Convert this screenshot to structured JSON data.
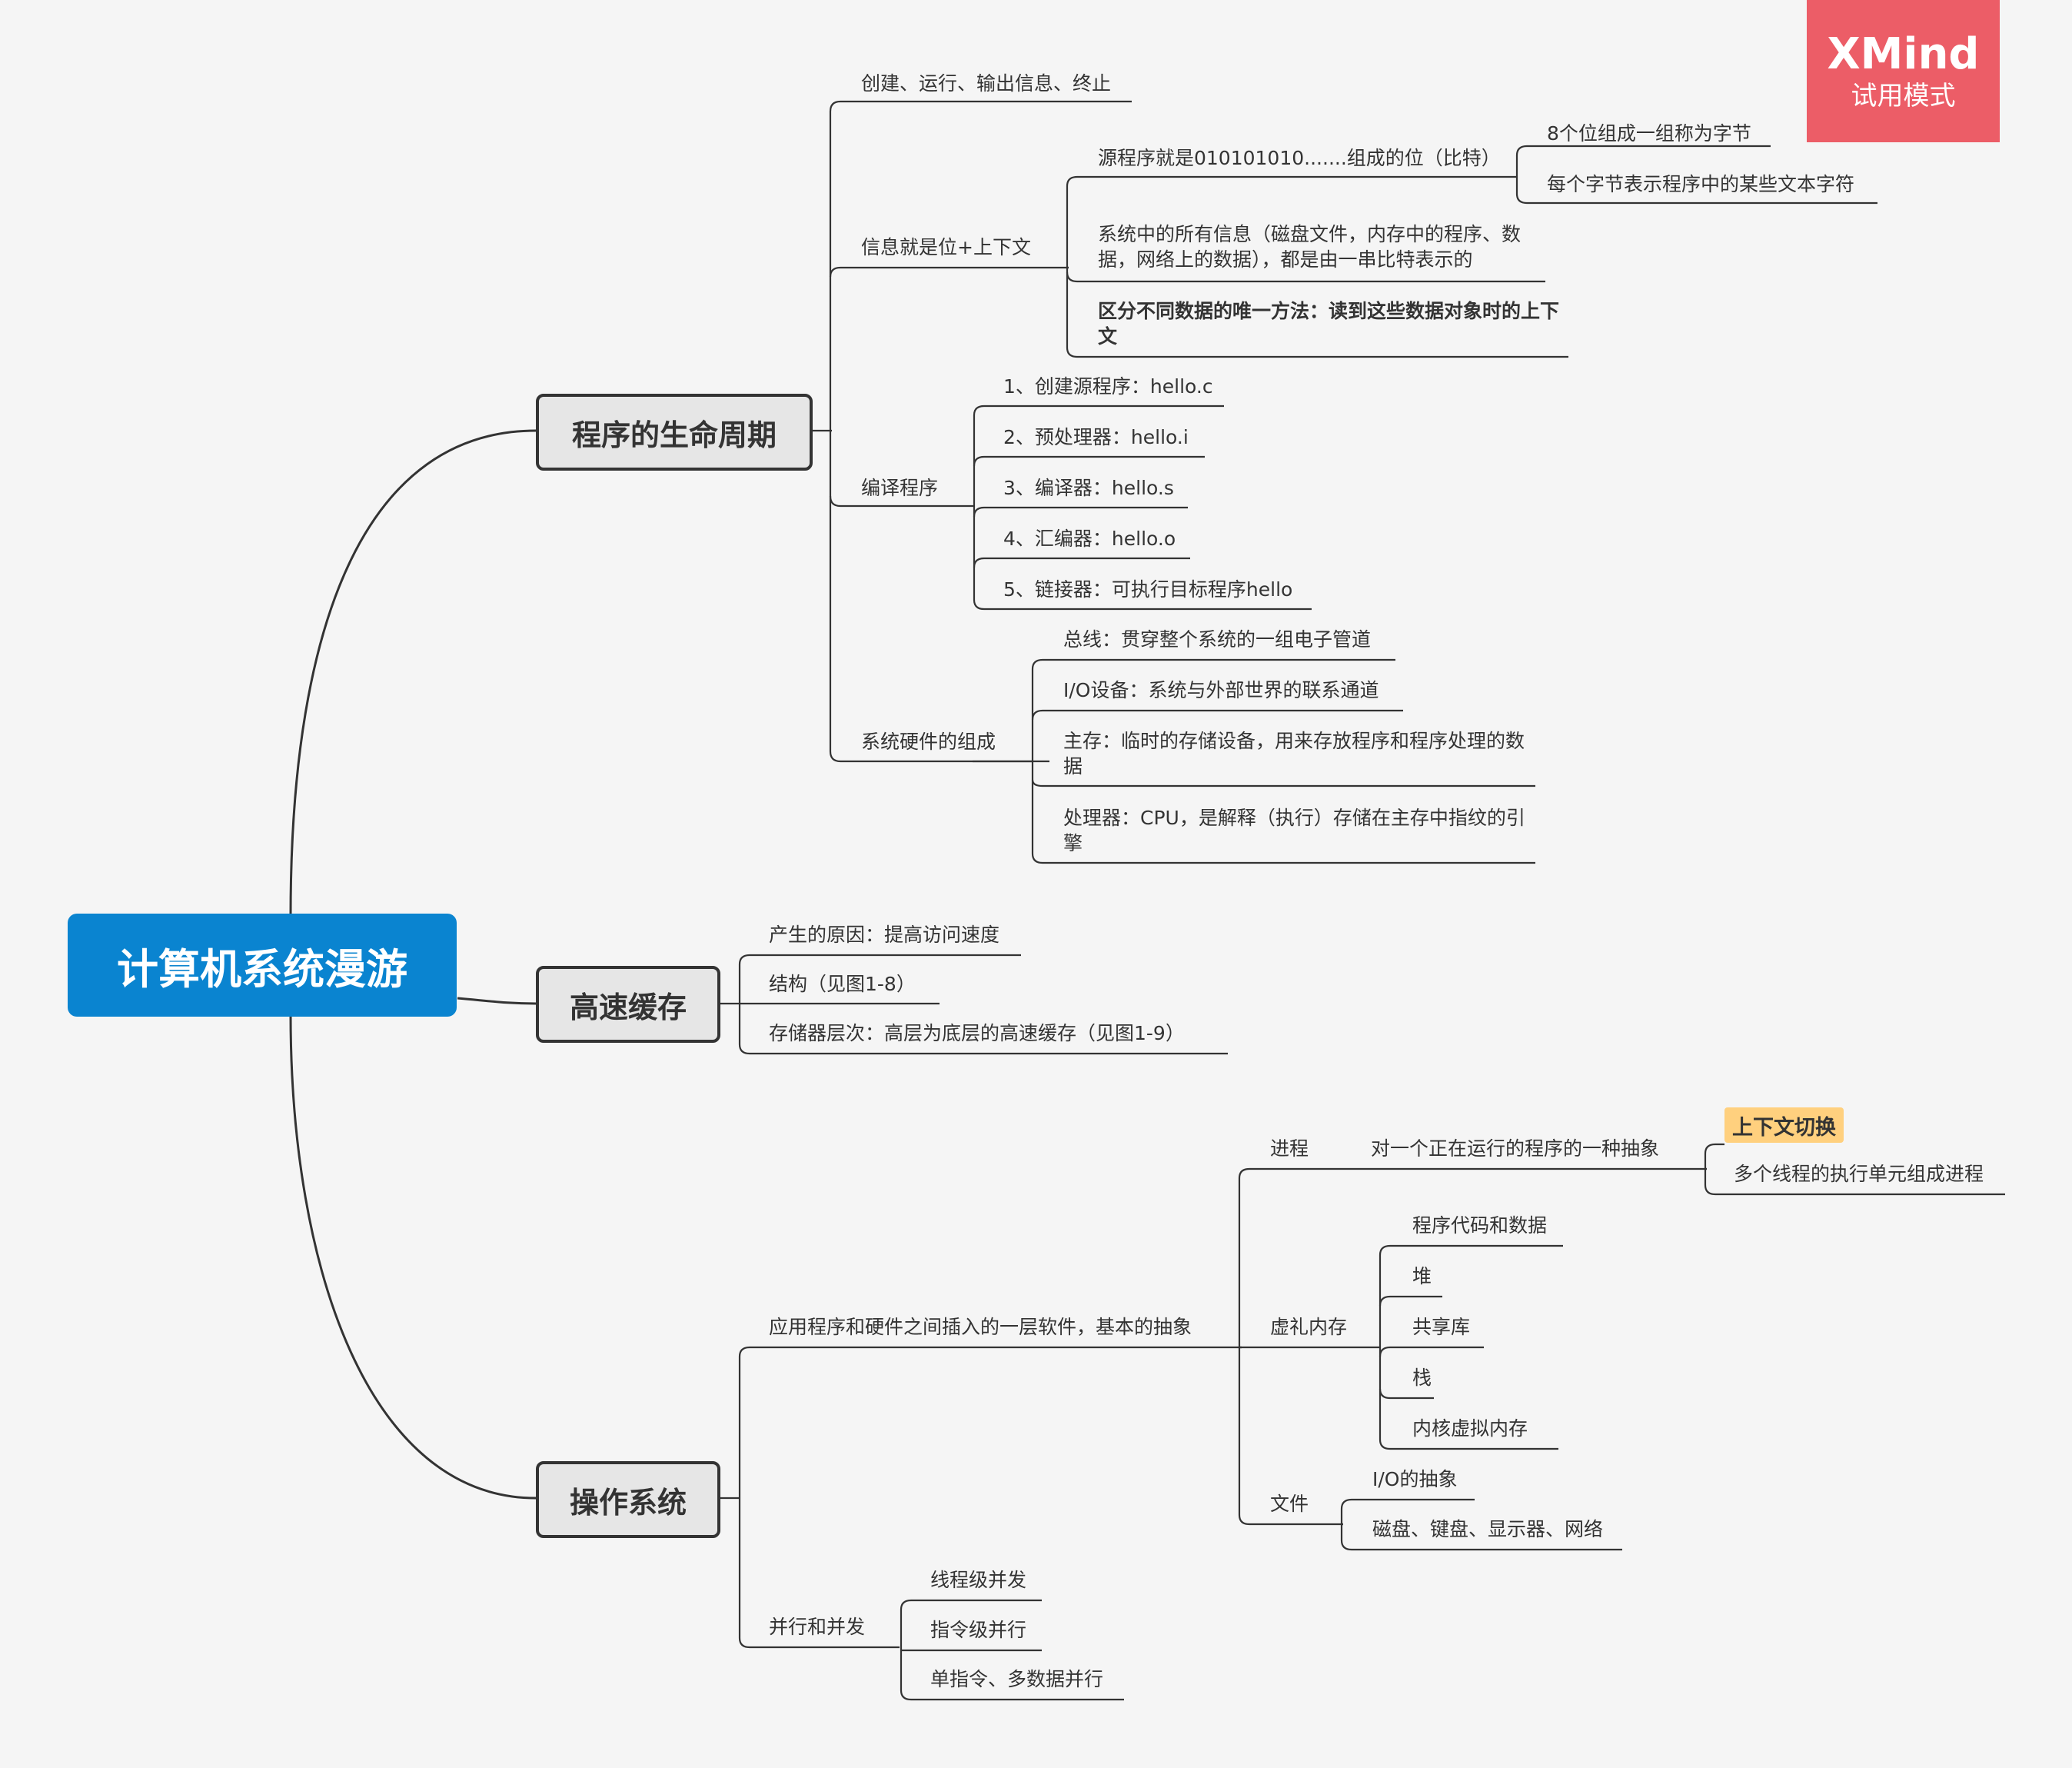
{
  "watermark": {
    "logo": "XMind",
    "subtitle": "试用模式"
  },
  "colors": {
    "root": "#0a84d0",
    "watermark": "#ec5d67",
    "highlight": "#ffd07e",
    "line": "#333333"
  },
  "root": "计算机系统漫游",
  "lifecycle": {
    "title": "程序的生命周期",
    "create": "创建、运行、输出信息、终止",
    "info": {
      "label": "信息就是位+上下文",
      "source": "源程序就是010101010.......组成的位（比特）",
      "byte1": "8个位组成一组称为字节",
      "byte2": "每个字节表示程序中的某些文本字符",
      "all_info": "系统中的所有信息（磁盘文件，内存中的程序、数据，网络上的数据），都是由一串比特表示的",
      "distinguish": "区分不同数据的唯一方法：读到这些数据对象时的上下文"
    },
    "compile": {
      "label": "编译程序",
      "steps": [
        "1、创建源程序：hello.c",
        "2、预处理器：hello.i",
        "3、编译器：hello.s",
        "4、汇编器：hello.o",
        "5、链接器：可执行目标程序hello"
      ]
    },
    "hardware": {
      "label": "系统硬件的组成",
      "items": [
        "总线：贯穿整个系统的一组电子管道",
        "I/O设备：系统与外部世界的联系通道",
        "主存：临时的存储设备，用来存放程序和程序处理的数据",
        "处理器：CPU，是解释（执行）存储在主存中指纹的引擎"
      ]
    }
  },
  "cache": {
    "title": "高速缓存",
    "items": [
      "产生的原因：提高访问速度",
      "结构（见图1-8）",
      "存储器层次：高层为底层的高速缓存（见图1-9）"
    ]
  },
  "os": {
    "title": "操作系统",
    "abstraction": "应用程序和硬件之间插入的一层软件，基本的抽象",
    "process": {
      "label": "进程",
      "desc": "对一个正在运行的程序的一种抽象",
      "context_switch": "上下文切换",
      "threads": "多个线程的执行单元组成进程"
    },
    "vm": {
      "label": "虚礼内存",
      "items": [
        "程序代码和数据",
        "堆",
        "共享库",
        "栈",
        "内核虚拟内存"
      ]
    },
    "file": {
      "label": "文件",
      "items": [
        "I/O的抽象",
        "磁盘、键盘、显示器、网络"
      ]
    },
    "parallel": {
      "label": "并行和并发",
      "items": [
        "线程级并发",
        "指令级并行",
        "单指令、多数据并行"
      ]
    }
  }
}
